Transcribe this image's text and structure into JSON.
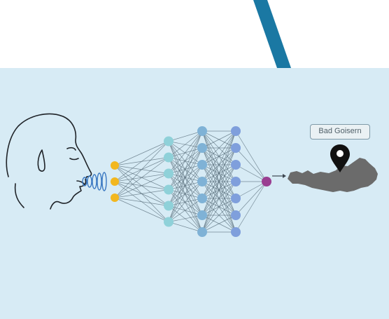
{
  "diagram": {
    "location_label": "Bad Goisern",
    "layers": [
      {
        "name": "input",
        "color": "#f2b71f",
        "count": 3
      },
      {
        "name": "hidden-1",
        "color": "#8fd1d9",
        "count": 6
      },
      {
        "name": "hidden-2",
        "color": "#7fb2d6",
        "count": 7
      },
      {
        "name": "hidden-3",
        "color": "#7f9fdc",
        "count": 7
      },
      {
        "name": "output",
        "color": "#9a3e91",
        "count": 1
      }
    ],
    "colors": {
      "background": "#d7ebf5",
      "top_band": "#ffffff",
      "accent_stripe": "#1a78a3",
      "connection": "#556a77",
      "map": "#6b6b6b",
      "pin": "#111111",
      "sound_waves": "#3a78c2"
    },
    "icons": [
      "head-profile-icon",
      "sound-wave-icon",
      "map-pin-icon",
      "austria-map-icon",
      "arrow-icon"
    ]
  }
}
